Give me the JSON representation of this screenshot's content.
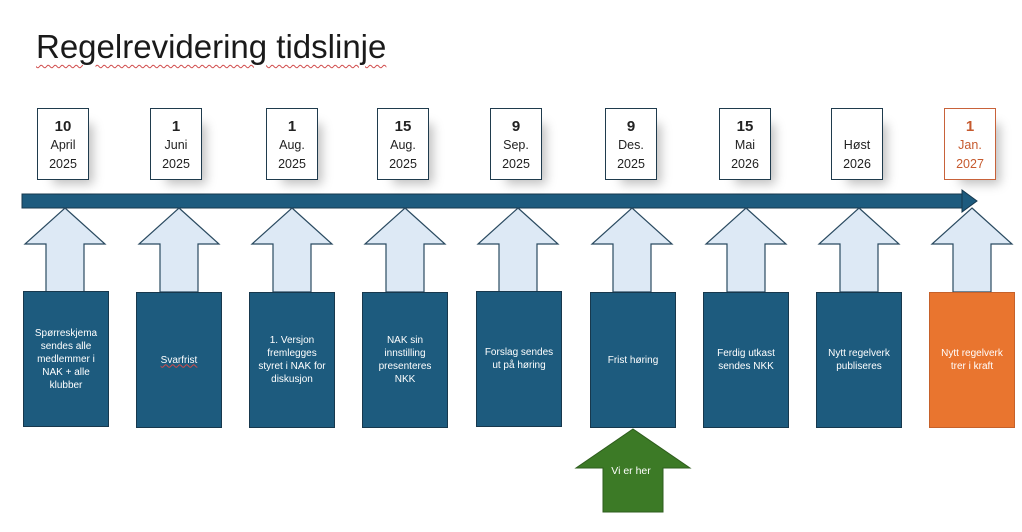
{
  "title": "Regelrevidering tidslinje",
  "colors": {
    "navy": "#1d5b7e",
    "orange": "#e9752f",
    "green": "#3c7a26",
    "arrow_fill": "#dde9f5"
  },
  "milestones": [
    {
      "day": "10",
      "month": "April",
      "year": "2025",
      "task": "Spørreskjema sendes alle medlemmer i NAK + alle klubber"
    },
    {
      "day": "1",
      "month": "Juni",
      "year": "2025",
      "task": "Svarfrist"
    },
    {
      "day": "1",
      "month": "Aug.",
      "year": "2025",
      "task": "1. Versjon fremlegges styret i NAK for diskusjon"
    },
    {
      "day": "15",
      "month": "Aug.",
      "year": "2025",
      "task": "NAK sin innstilling presenteres NKK"
    },
    {
      "day": "9",
      "month": "Sep.",
      "year": "2025",
      "task": "Forslag sendes ut på høring"
    },
    {
      "day": "9",
      "month": "Des.",
      "year": "2025",
      "task": "Frist høring"
    },
    {
      "day": "15",
      "month": "Mai",
      "year": "2026",
      "task": "Ferdig utkast sendes NKK"
    },
    {
      "day": "",
      "month": "Høst",
      "year": "2026",
      "task": "Nytt regelverk publiseres"
    },
    {
      "day": "1",
      "month": "Jan.",
      "year": "2027",
      "task": "Nytt regelverk trer i kraft"
    }
  ],
  "current_marker": "Vi er her"
}
